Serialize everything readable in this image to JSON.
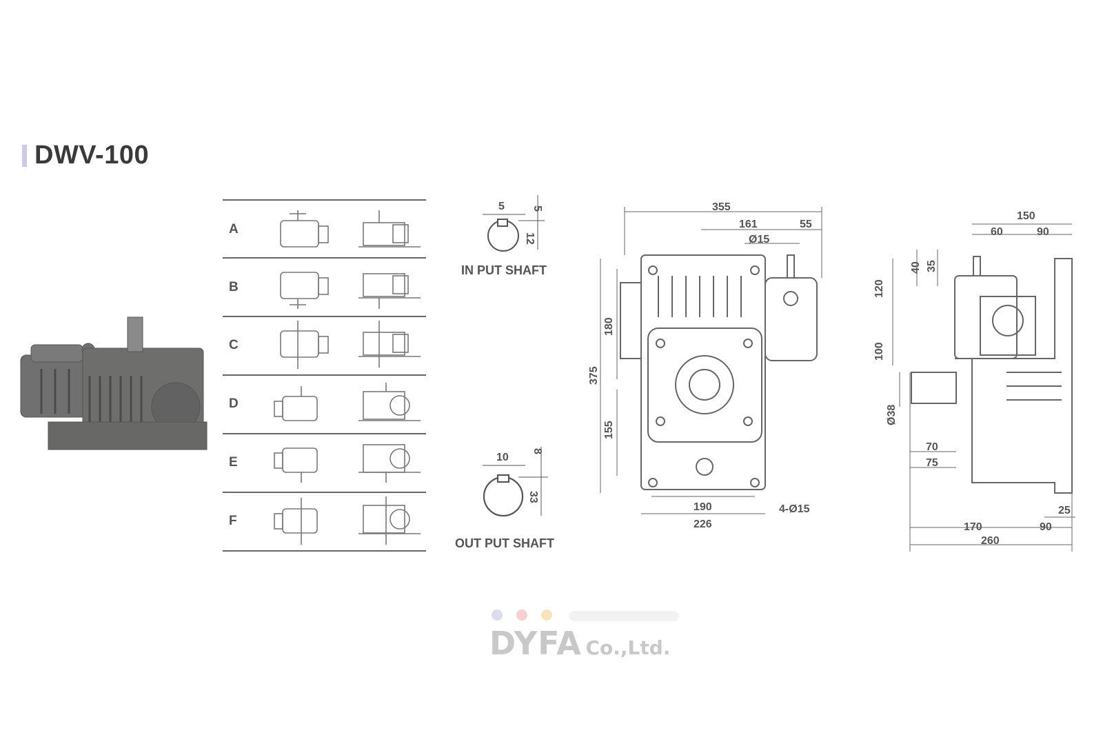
{
  "model_title": "DWV-100",
  "mounting_rows": [
    "A",
    "B",
    "C",
    "D",
    "E",
    "F"
  ],
  "input_shaft": {
    "label": "IN PUT SHAFT",
    "dims": [
      "5",
      "5",
      "12"
    ]
  },
  "output_shaft": {
    "label": "OUT PUT SHAFT",
    "dims": [
      "10",
      "8",
      "33"
    ]
  },
  "front_view_dims": [
    "355",
    "161",
    "55",
    "Ø15",
    "180",
    "375",
    "155",
    "190",
    "226",
    "4-Ø15"
  ],
  "side_view_dims": [
    "150",
    "60",
    "90",
    "40",
    "35",
    "120",
    "100",
    "Ø38",
    "70",
    "75",
    "25",
    "170",
    "90",
    "260"
  ],
  "brand": {
    "name": "DYFA",
    "suffix": "Co.,Ltd.",
    "dot_colors": [
      "#dcdcf0",
      "#f6d0d0",
      "#f7e4b8"
    ]
  }
}
